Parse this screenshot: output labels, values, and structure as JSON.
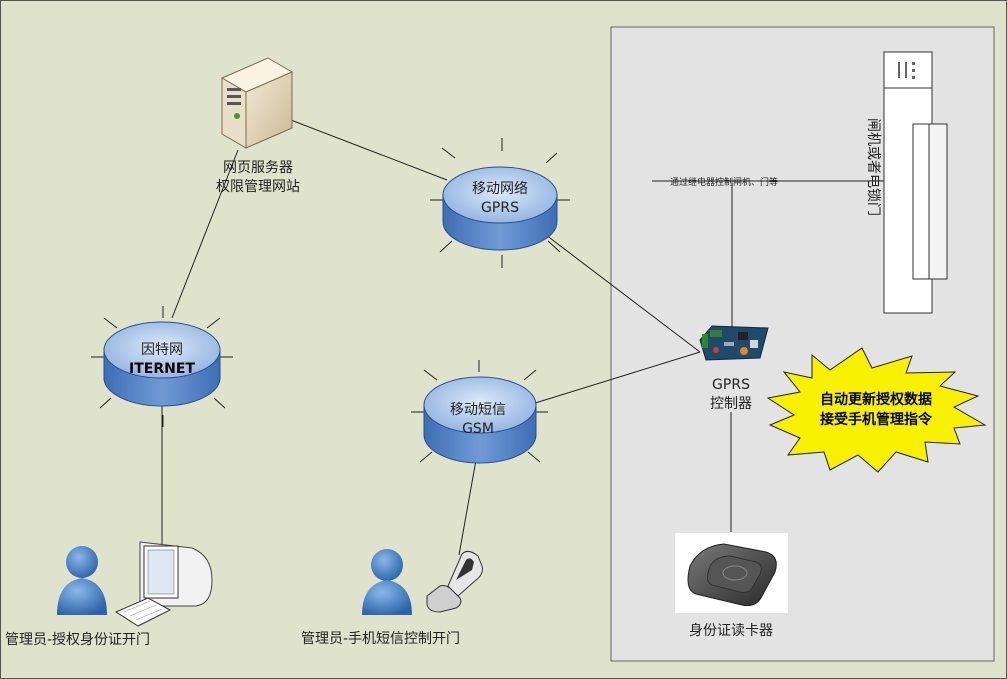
{
  "nodes": {
    "server": {
      "line1": "网页服务器",
      "line2": "权限管理网站"
    },
    "gprs_net": {
      "line1": "移动网络",
      "line2": "GPRS"
    },
    "internet": {
      "line1": "因特网",
      "line2": "ITERNET"
    },
    "gsm": {
      "line1": "移动短信",
      "line2": "GSM"
    },
    "controller": {
      "line1": "GPRS",
      "line2": "控制器"
    },
    "starburst": {
      "line1": "自动更新授权数据",
      "line2": "接受手机管理指令"
    },
    "reader": {
      "label": "身份证读卡器"
    },
    "relay": {
      "label": "通过继电器控制闸机、门等"
    },
    "gate": {
      "label": "闸机或者电锁门"
    },
    "admin_pc": {
      "label": "管理员-授权身份证开门"
    },
    "admin_phone": {
      "label": "管理员-手机短信控制开门"
    }
  },
  "colors": {
    "background": "#dfe3cc",
    "panel": "#e3e3e3",
    "cloud_top": "#a8c4e8",
    "cloud_side": "#5a86c8",
    "starburst": "#f7f000",
    "person": "#3d78bd"
  }
}
